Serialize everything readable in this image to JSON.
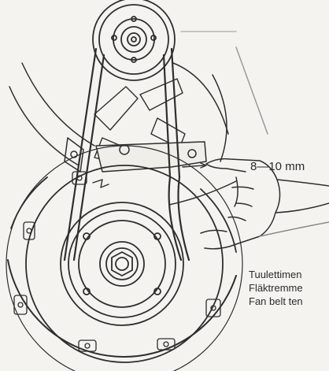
{
  "measurement": "8—10 mm",
  "caption": {
    "fi": "Tuulettimen",
    "sv": "Fläktremme",
    "en": "Fan belt ten"
  }
}
